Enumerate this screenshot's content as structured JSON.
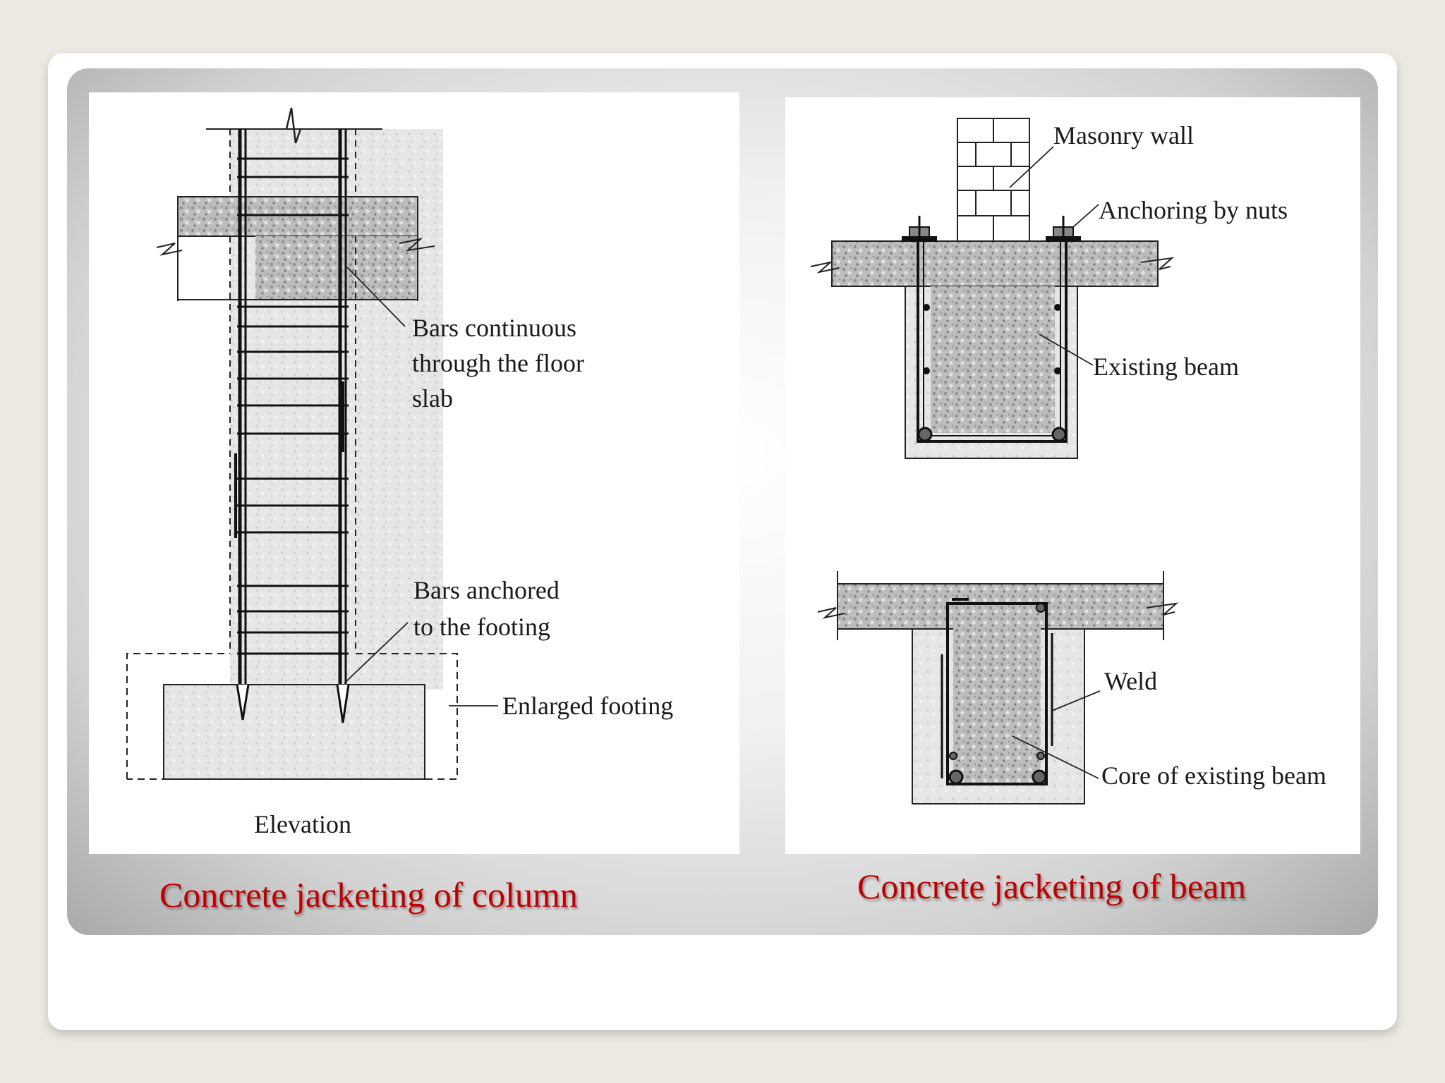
{
  "column_diagram": {
    "label_bars_continuous": [
      "Bars continuous",
      "through the floor",
      "slab"
    ],
    "label_bars_anchored": [
      "Bars anchored",
      "to the footing"
    ],
    "label_enlarged_footing": "Enlarged footing",
    "label_elevation": "Elevation"
  },
  "beam_diagram": {
    "label_masonry_wall": "Masonry wall",
    "label_anchoring": "Anchoring by nuts",
    "label_existing_beam": "Existing beam",
    "label_weld": "Weld",
    "label_core": "Core of existing beam"
  },
  "captions": {
    "column": "Concrete jacketing of column",
    "beam": "Concrete jacketing of beam"
  }
}
